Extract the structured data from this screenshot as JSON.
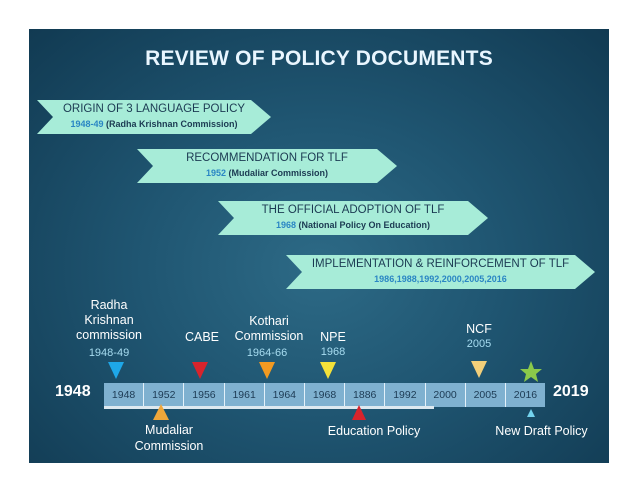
{
  "title": "REVIEW OF POLICY DOCUMENTS",
  "banners": [
    {
      "main": "ORIGIN OF 3 LANGUAGE POLICY",
      "year": "1948-49",
      "detail": "(Radha Krishnan Commission)"
    },
    {
      "main": "RECOMMENDATION FOR  TLF",
      "year": "1952",
      "detail": "(Mudaliar Commission)"
    },
    {
      "main": "THE OFFICIAL ADOPTION OF TLF",
      "year": "1968",
      "detail": "(National Policy On Education)"
    },
    {
      "main": "IMPLEMENTATION & REINFORCEMENT OF TLF",
      "year": "",
      "detail": "1986,1988,1992,2000,2005,2016"
    }
  ],
  "timeline": {
    "start_year": "1948",
    "end_year": "2019",
    "ticks": [
      "1948",
      "1952",
      "1956",
      "1961",
      "1964",
      "1968",
      "1886",
      "1992",
      "2000",
      "2005",
      "2016"
    ],
    "top_events": [
      {
        "label": "Radha Krishnan commission",
        "year": "1948-49",
        "color": "#1ea7e8"
      },
      {
        "label": "CABE",
        "year": "",
        "color": "#d8242c"
      },
      {
        "label": "Kothari Commission",
        "year": "1964-66",
        "color": "#f29a21"
      },
      {
        "label": "NPE",
        "year": "1968",
        "color": "#f4e23a"
      },
      {
        "label": "NCF",
        "year": "2005",
        "color": "#f2cf7a"
      }
    ],
    "bottom_events": [
      {
        "label": "Mudaliar Commission",
        "color": "#f0a73a"
      },
      {
        "label": "Education Policy",
        "color": "#d8242c"
      },
      {
        "label": "New Draft Policy",
        "color": "#74d3ee"
      }
    ],
    "star_color": "#8bc94a"
  }
}
